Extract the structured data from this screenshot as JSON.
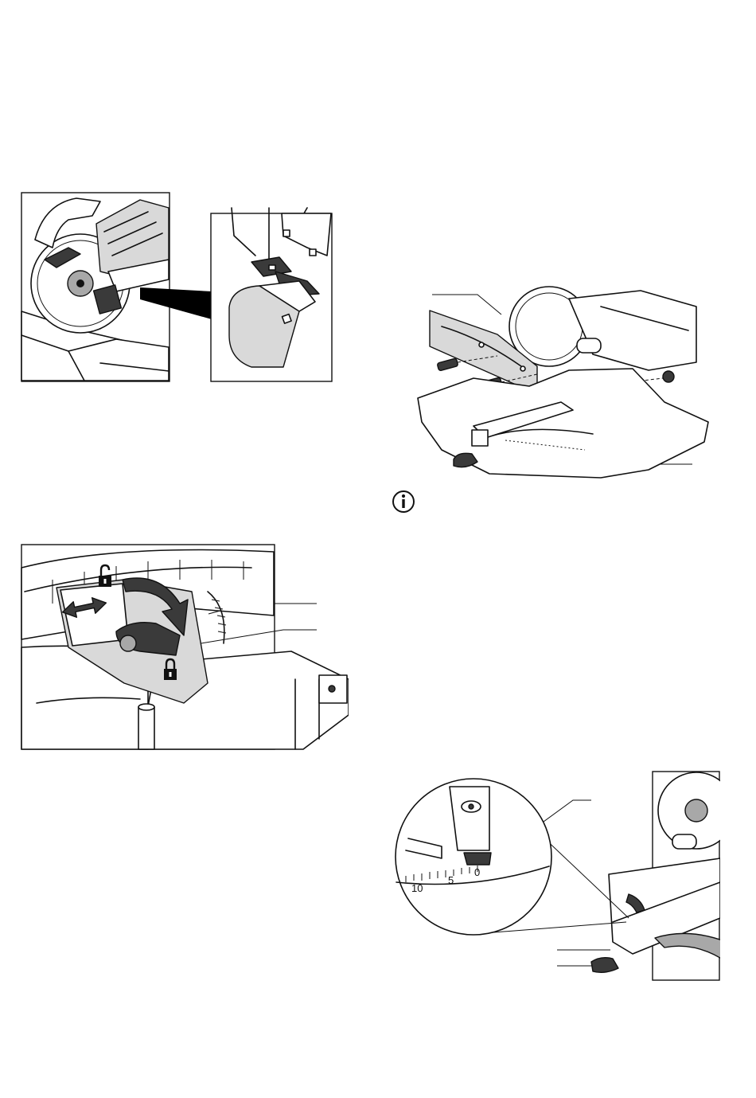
{
  "figures": {
    "top_left": {
      "name": "guard-insert-figure"
    },
    "top_right": {
      "name": "fence-extension-figure"
    },
    "info": {
      "icon": "info-icon"
    },
    "middle_left": {
      "name": "fence-lock-figure",
      "icons": [
        "unlock-icon",
        "lock-icon"
      ]
    },
    "bottom_right": {
      "name": "miter-scale-figure",
      "scale_labels": [
        "10",
        "5",
        "0"
      ]
    }
  },
  "colors": {
    "line": "#111111",
    "shade_light": "#d9d9d9",
    "shade_mid": "#a8a8a8",
    "shade_dark": "#3a3a3a"
  }
}
